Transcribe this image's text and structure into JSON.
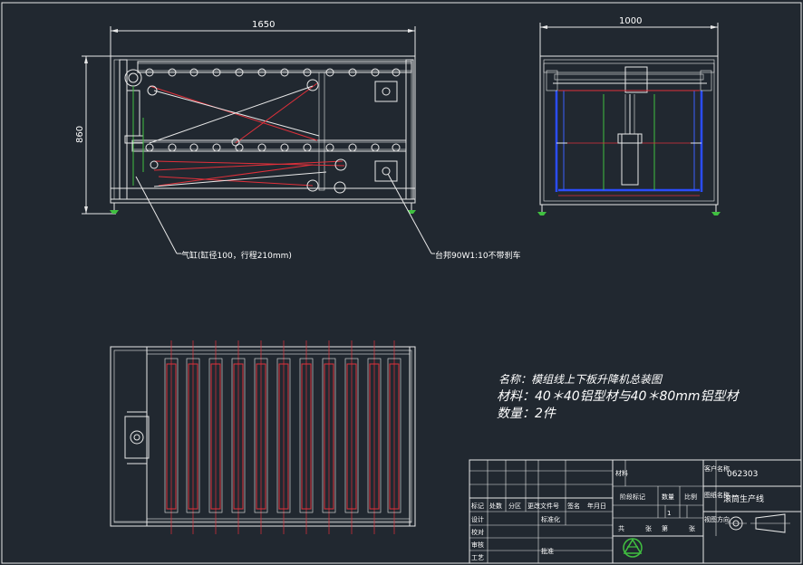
{
  "drawing": {
    "dimensions": {
      "front_width": "1650",
      "front_height": "860",
      "side_width": "1000"
    },
    "callouts": {
      "cylinder": "气缸(缸径100，行程210mm)",
      "motor": "台邦90W1:10不带刹车"
    },
    "notes": {
      "name": "名称：模组线上下板升降机总装图",
      "material": "材料：40＊40铝型材与40＊80mm铝型材",
      "quantity": "数量：2件"
    }
  },
  "title_block": {
    "customer_label": "客户名称",
    "customer_value": "062303",
    "drawing_name_label": "图纸名称",
    "drawing_name_value": "滚筒生产线",
    "view_label": "视图方向",
    "stage_label": "阶段标记",
    "qty_label": "数量",
    "scale_label": "比例",
    "qty_value": "1",
    "material_label": "材料",
    "row_labels": [
      "标记",
      "处数",
      "分区",
      "更改文件号",
      "签名",
      "年月日"
    ],
    "design_label": "设计",
    "standard_label": "标准化",
    "check_label": "校对",
    "review_label": "审核",
    "process_label": "工艺",
    "approve_label": "批准",
    "sheet_total_label": "共",
    "sheet_unit_label": "张",
    "sheet_num_label": "第",
    "sheet_unit2_label": "张"
  }
}
